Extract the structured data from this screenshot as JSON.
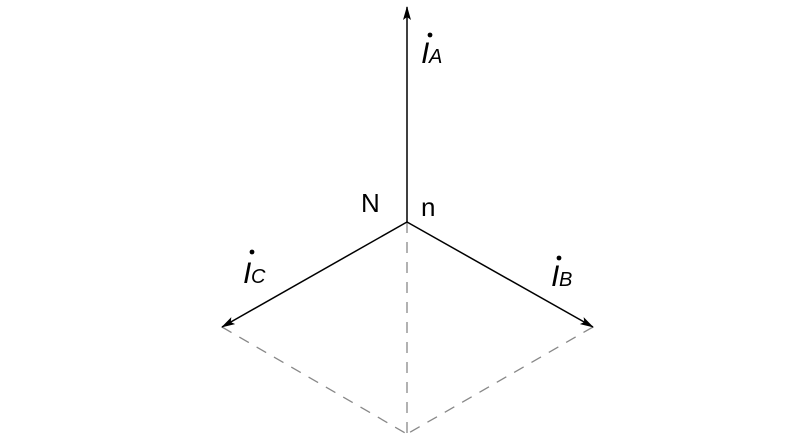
{
  "diagram": {
    "phasors": {
      "a": {
        "symbol": "I",
        "subscript": "A"
      },
      "b": {
        "symbol": "I",
        "subscript": "B"
      },
      "c": {
        "symbol": "I",
        "subscript": "C"
      }
    },
    "nodes": {
      "N": "N",
      "n": "n"
    },
    "colors": {
      "phasor": "#000000",
      "construction": "#888888"
    }
  }
}
